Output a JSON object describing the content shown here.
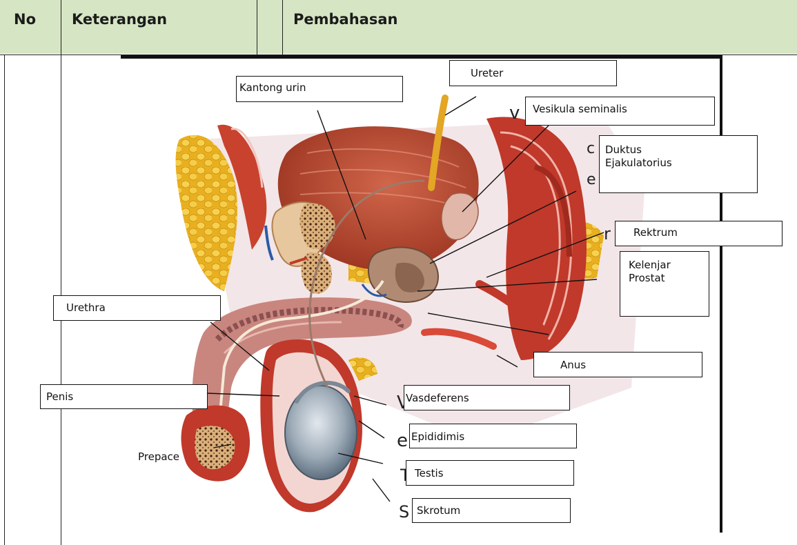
{
  "table": {
    "headers": {
      "no": "No",
      "keterangan": "Keterangan",
      "pembahasan": "Pembahasan"
    }
  },
  "diagram": {
    "labels": {
      "kantong_urin": "Kantong urin",
      "ureter": "Ureter",
      "vesikula": "Vesikula seminalis",
      "duktus": "Duktus\nEjakulatorius",
      "rektrum": "Rektrum",
      "prostat": "Kelenjar\nProstat",
      "urethra": "Urethra",
      "anus": "Anus",
      "penis": "Penis",
      "vasdeferens": "Vasdeferens",
      "epididimis": "Epididimis",
      "prepace": "Prepace",
      "testis": "Testis",
      "skrotum": "Skrotum"
    }
  },
  "colors": {
    "header_bg": "#d6e5c3",
    "muscle": "#c0392b",
    "fat": "#f2c744",
    "testis": "#9aa7b3"
  }
}
